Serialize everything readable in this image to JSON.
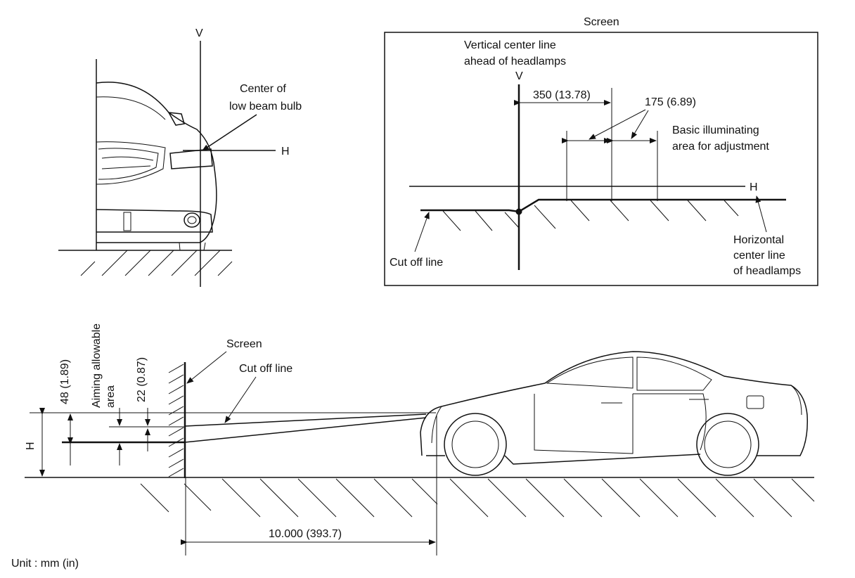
{
  "front_view": {
    "v_label": "V",
    "h_label": "H",
    "bulb_label_line1": "Center of",
    "bulb_label_line2": "low beam bulb"
  },
  "screen_panel": {
    "title": "Screen",
    "vline_label_line1": "Vertical center line",
    "vline_label_line2": "ahead of headlamps",
    "v_label": "V",
    "dim_350": "350 (13.78)",
    "dim_175": "175 (6.89)",
    "basic_area_line1": "Basic illuminating",
    "basic_area_line2": "area for adjustment",
    "h_label": "H",
    "hline_label_line1": "Horizontal",
    "hline_label_line2": "center line",
    "hline_label_line3": "of headlamps",
    "cutoff_label": "Cut off line"
  },
  "side_view": {
    "dim_48": "48 (1.89)",
    "aiming_line1": "Aiming allowable",
    "aiming_line2": "area",
    "dim_22": "22 (0.87)",
    "h_label": "H",
    "screen_label": "Screen",
    "cutoff_label": "Cut off line",
    "distance_label": "10.000 (393.7)"
  },
  "unit_note": "Unit : mm (in)"
}
